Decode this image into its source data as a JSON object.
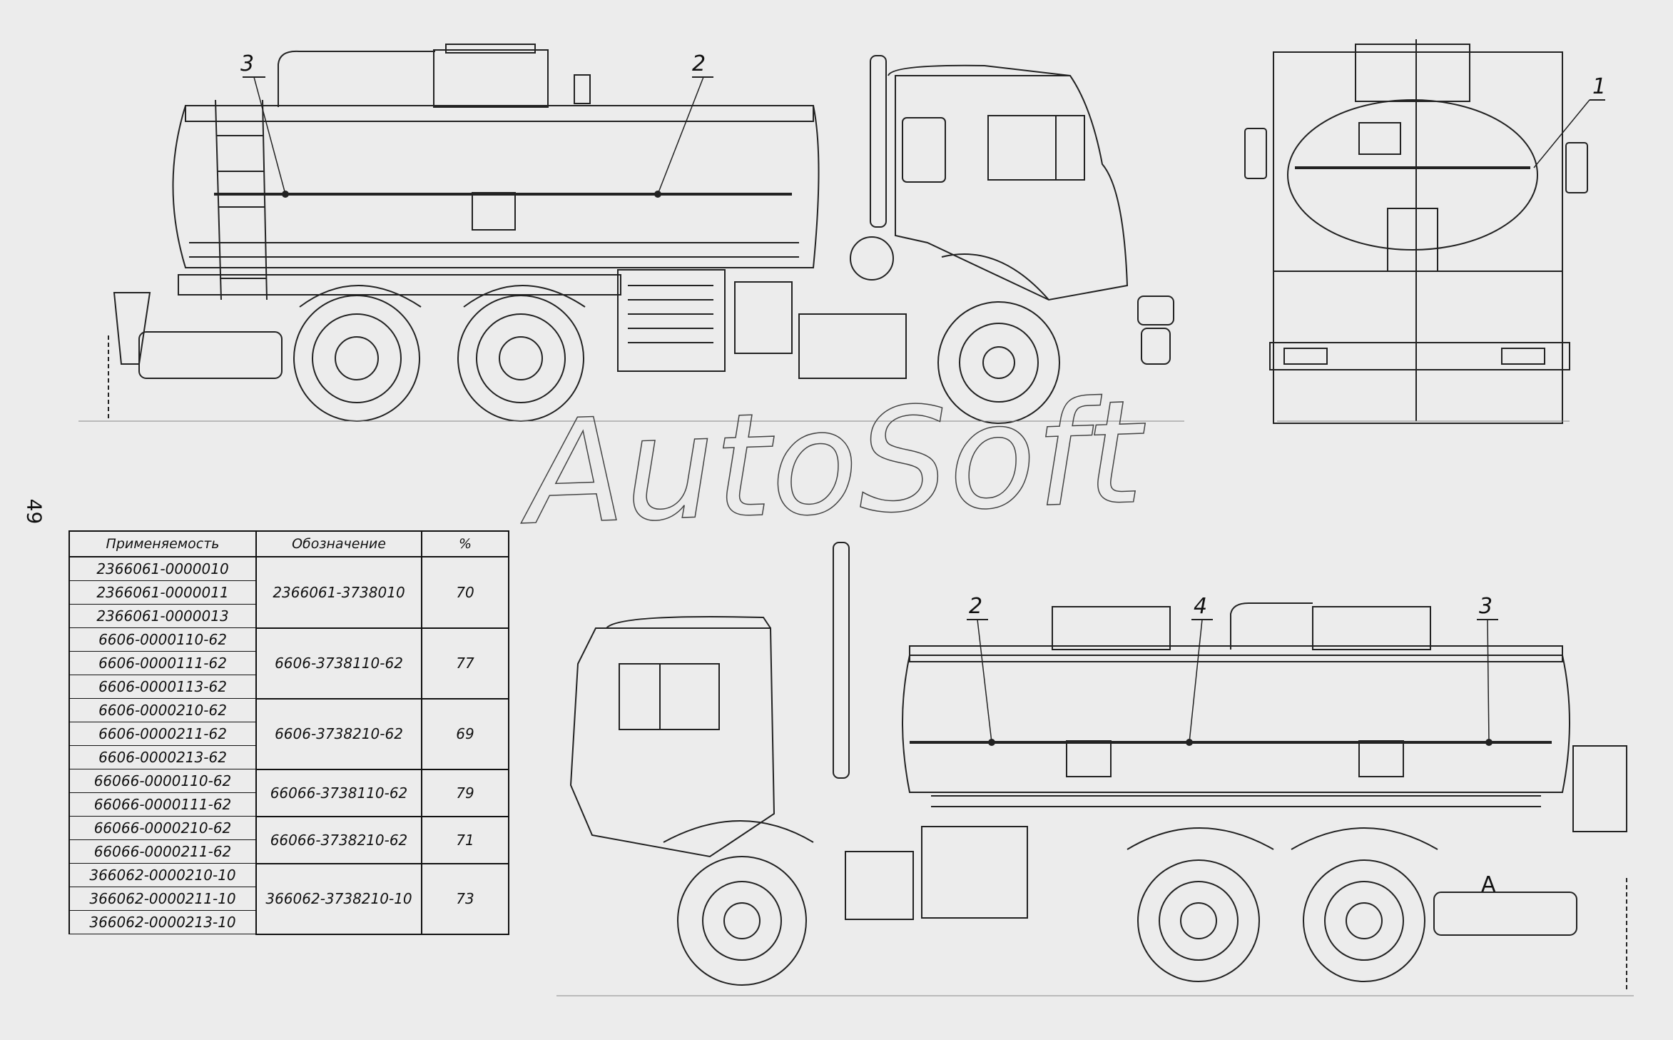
{
  "page_number": "49",
  "watermark": "AutoSoft",
  "callouts": {
    "side_left_3": "3",
    "side_left_2": "2",
    "rear_1": "1",
    "side_right_2": "2",
    "side_right_4": "4",
    "side_right_3": "3",
    "view_A": "A"
  },
  "table": {
    "headers": [
      "Применяемость",
      "Обозначение",
      "%"
    ],
    "groups": [
      {
        "rows": [
          "2366061-0000010",
          "2366061-0000011",
          "2366061-0000013"
        ],
        "designation": "2366061-3738010",
        "percent": "70"
      },
      {
        "rows": [
          "6606-0000110-62",
          "6606-0000111-62",
          "6606-0000113-62"
        ],
        "designation": "6606-3738110-62",
        "percent": "77"
      },
      {
        "rows": [
          "6606-0000210-62",
          "6606-0000211-62",
          "6606-0000213-62"
        ],
        "designation": "6606-3738210-62",
        "percent": "69"
      },
      {
        "rows": [
          "66066-0000110-62",
          "66066-0000111-62"
        ],
        "designation": "66066-3738110-62",
        "percent": "79"
      },
      {
        "rows": [
          "66066-0000210-62",
          "66066-0000211-62"
        ],
        "designation": "66066-3738210-62",
        "percent": "71"
      },
      {
        "rows": [
          "366062-0000210-10",
          "366062-0000211-10",
          "366062-0000213-10"
        ],
        "designation": "366062-3738210-10",
        "percent": "73"
      }
    ]
  }
}
